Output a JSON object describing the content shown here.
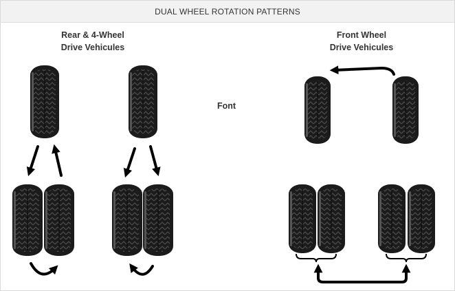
{
  "header": {
    "title": "DUAL WHEEL ROTATION PATTERNS"
  },
  "sections": {
    "rear": {
      "title_line1": "Rear & 4-Wheel",
      "title_line2": "Drive Vehicules"
    },
    "front": {
      "title_line1": "Front Wheel",
      "title_line2": "Drive Vehicules"
    }
  },
  "center_label": "Font",
  "colors": {
    "tire": "#1b1b1b",
    "tread": "#3a3a3a",
    "arrow": "#000000",
    "header_bg": "#f2f2f2"
  }
}
